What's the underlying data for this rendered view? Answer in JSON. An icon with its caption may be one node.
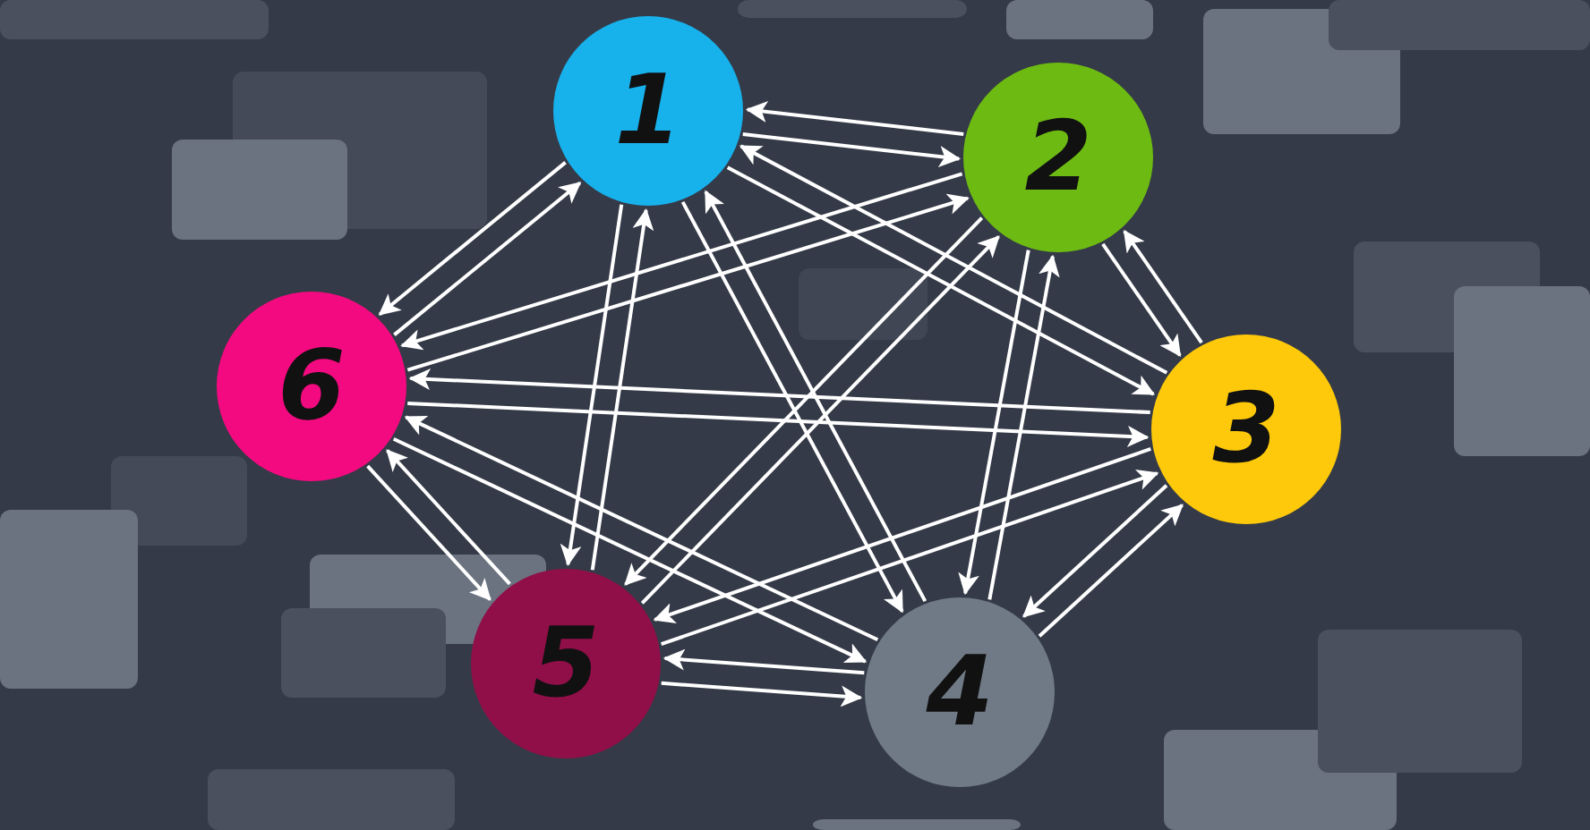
{
  "diagram": {
    "nodes": [
      {
        "text": [
          "1"
        ]
      },
      {
        "text": [
          "2"
        ]
      },
      {
        "text": [
          "3"
        ]
      },
      {
        "text": [
          "4"
        ]
      },
      {
        "text": [
          "5"
        ]
      },
      {
        "text": [
          "6"
        ]
      }
    ],
    "edges": [
      {
        "from": 0,
        "to": 1,
        "arrow": "to"
      },
      {
        "from": 1,
        "to": 0,
        "arrow": "to"
      },
      {
        "from": 0,
        "to": 2,
        "arrow": "to"
      },
      {
        "from": 2,
        "to": 0,
        "arrow": "to"
      },
      {
        "from": 0,
        "to": 3,
        "arrow": "to"
      },
      {
        "from": 3,
        "to": 0,
        "arrow": "to"
      },
      {
        "from": 0,
        "to": 4,
        "arrow": "to"
      },
      {
        "from": 4,
        "to": 0,
        "arrow": "to"
      },
      {
        "from": 0,
        "to": 5,
        "arrow": "to"
      },
      {
        "from": 5,
        "to": 0,
        "arrow": "to"
      },
      {
        "from": 1,
        "to": 2,
        "arrow": "to"
      },
      {
        "from": 2,
        "to": 1,
        "arrow": "to"
      },
      {
        "from": 1,
        "to": 3,
        "arrow": "to"
      },
      {
        "from": 3,
        "to": 1,
        "arrow": "to"
      },
      {
        "from": 1,
        "to": 4,
        "arrow": "to"
      },
      {
        "from": 4,
        "to": 1,
        "arrow": "to"
      },
      {
        "from": 1,
        "to": 5,
        "arrow": "to"
      },
      {
        "from": 5,
        "to": 1,
        "arrow": "to"
      },
      {
        "from": 2,
        "to": 3,
        "arrow": "to"
      },
      {
        "from": 3,
        "to": 2,
        "arrow": "to"
      },
      {
        "from": 2,
        "to": 4,
        "arrow": "to"
      },
      {
        "from": 4,
        "to": 2,
        "arrow": "to"
      },
      {
        "from": 2,
        "to": 5,
        "arrow": "to"
      },
      {
        "from": 5,
        "to": 2,
        "arrow": "to"
      },
      {
        "from": 3,
        "to": 4,
        "arrow": "to"
      },
      {
        "from": 4,
        "to": 3,
        "arrow": "to"
      },
      {
        "from": 3,
        "to": 5,
        "arrow": "to"
      },
      {
        "from": 5,
        "to": 3,
        "arrow": "to"
      },
      {
        "from": 4,
        "to": 5,
        "arrow": "to"
      },
      {
        "from": 5,
        "to": 4,
        "arrow": "to"
      }
    ]
  }
}
